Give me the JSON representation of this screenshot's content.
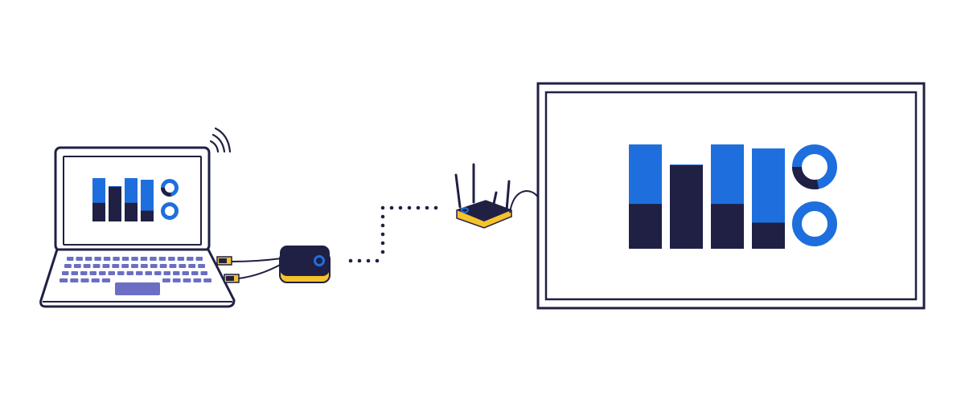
{
  "colors": {
    "background": "#ffffff",
    "dark_navy": "#1f2044",
    "blue": "#1e6fdd",
    "yellow": "#f6c22d",
    "keyboard_purple": "#6a6fc4",
    "white": "#ffffff"
  },
  "devices": {
    "laptop": {
      "icon": "laptop-icon",
      "wifi_icon": "wifi-signal-icon"
    },
    "dongle": {
      "icon": "wireless-presentation-button-icon"
    },
    "router": {
      "icon": "wifi-router-icon"
    },
    "display": {
      "icon": "large-display-screen-icon"
    }
  },
  "connection": {
    "style": "dotted"
  },
  "screen_graphic": {
    "bars": [
      {
        "dark_fraction": 0.43
      },
      {
        "dark_fraction": 0.8
      },
      {
        "dark_fraction": 0.43
      },
      {
        "dark_fraction": 0.25
      }
    ],
    "donuts": [
      {
        "dark_fraction": 0.28
      },
      {
        "dark_fraction": 0.0
      }
    ]
  }
}
